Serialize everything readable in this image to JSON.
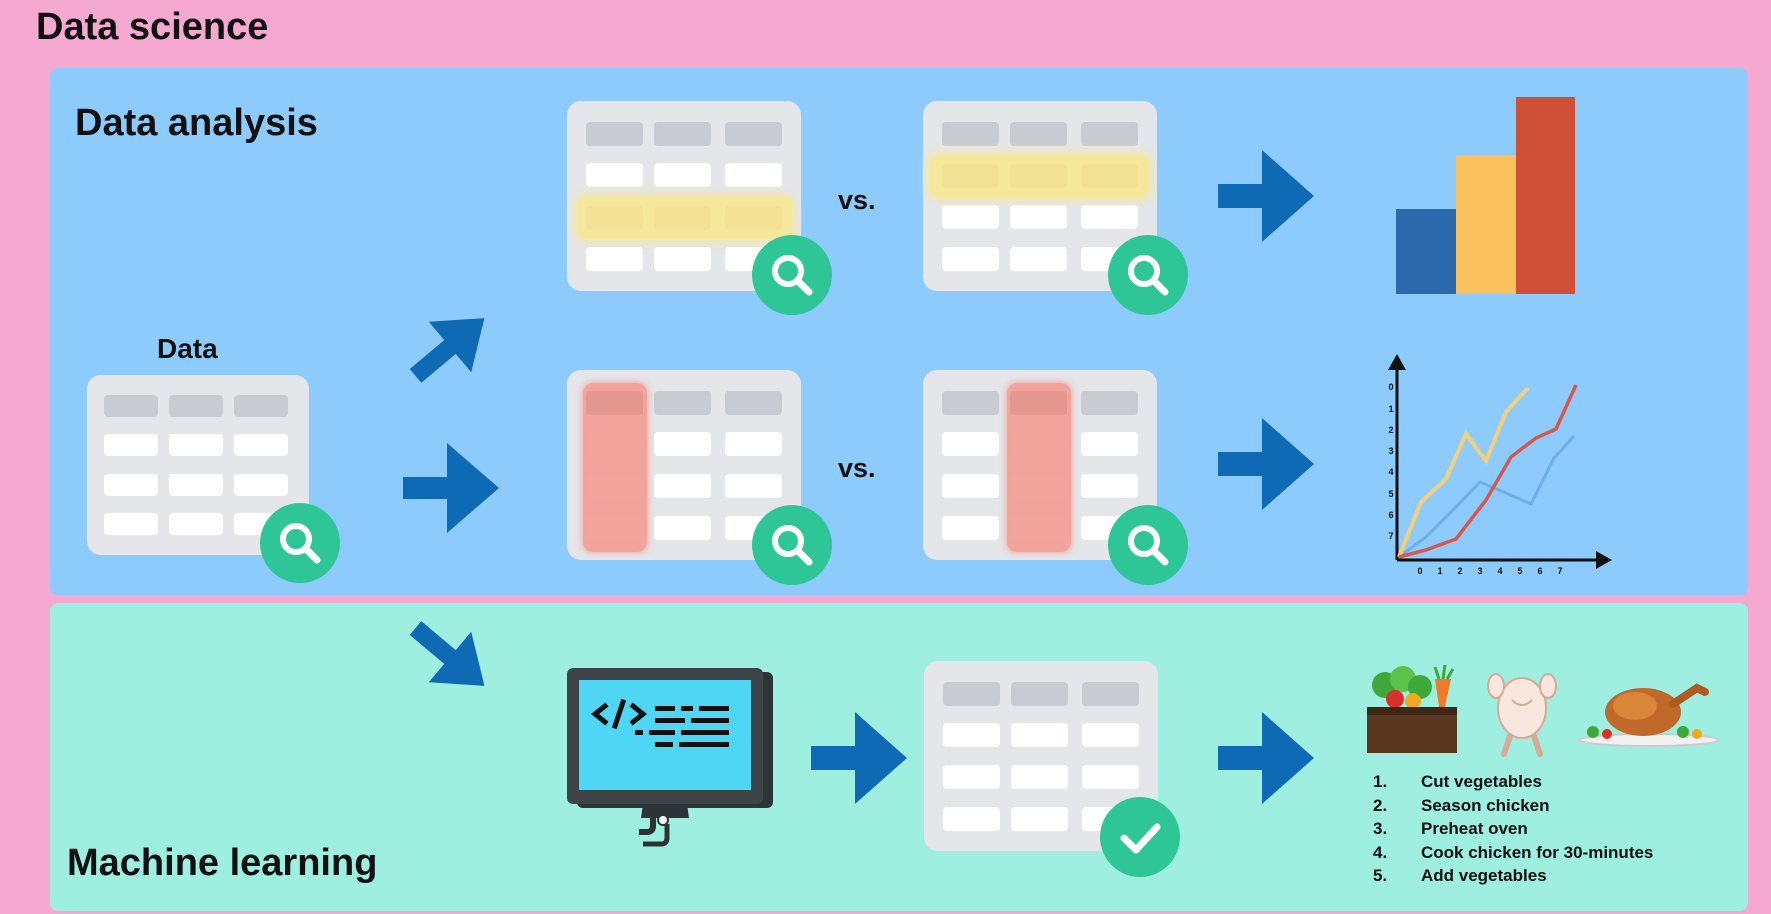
{
  "title": "Data science",
  "data_analysis": {
    "heading": "Data analysis",
    "data_label": "Data",
    "vs_label_top": "vs.",
    "vs_label_bottom": "vs.",
    "line_chart_axis": {
      "y_ticks": [
        "0",
        "1",
        "2",
        "3",
        "4",
        "5",
        "6",
        "7"
      ],
      "x_ticks": [
        "0",
        "1",
        "2",
        "3",
        "4",
        "5",
        "6",
        "7"
      ]
    }
  },
  "machine_learning": {
    "heading": "Machine learning",
    "steps": [
      {
        "num": "1.",
        "text": "Cut vegetables"
      },
      {
        "num": "2.",
        "text": "Season chicken"
      },
      {
        "num": "3.",
        "text": "Preheat oven"
      },
      {
        "num": "4.",
        "text": "Cook chicken for 30-minutes"
      },
      {
        "num": "5.",
        "text": "Add vegetables"
      }
    ]
  },
  "colors": {
    "background": "#f5a8d0",
    "analysis_panel": "#8ecbfd",
    "ml_panel": "#9eefdf",
    "arrow": "#0e6ab5",
    "badge": "#2fc697",
    "highlight_row": "#f6e89a",
    "highlight_col": "#f2a49c",
    "bar_blue": "#2c69ad",
    "bar_yellow": "#fbc15f",
    "bar_red": "#cf4f37"
  },
  "icons": {
    "magnifier": "magnifier-icon",
    "check": "checkmark-icon",
    "arrow": "arrow-icon",
    "computer": "computer-code-icon",
    "vegetables": "vegetable-basket-icon",
    "raw_chicken": "raw-chicken-icon",
    "roast_chicken": "roast-chicken-icon"
  }
}
